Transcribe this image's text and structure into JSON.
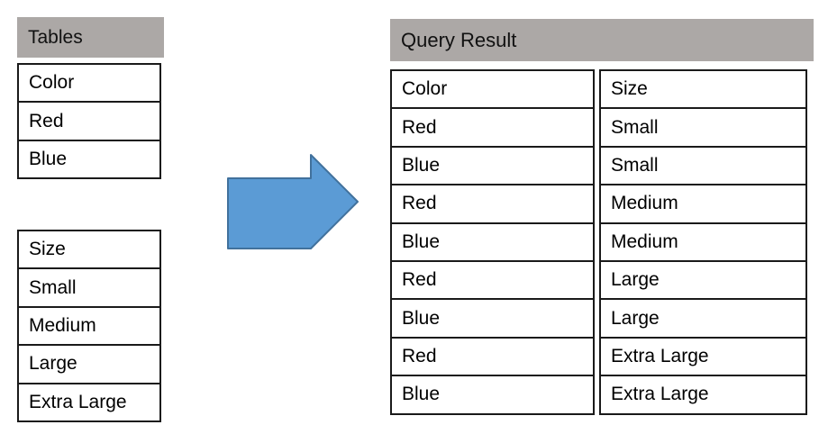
{
  "colors": {
    "label_gray_bg": "#aca8a6",
    "color_header_bg": "#d9e2f3",
    "size_header_bg": "#e3efda",
    "table_border": "#1a1a1a",
    "arrow_fill": "#5b9bd5",
    "arrow_stroke": "#41719c"
  },
  "left_panel": {
    "title": "Tables",
    "color_table": {
      "header": "Color",
      "rows": [
        "Red",
        "Blue"
      ]
    },
    "size_table": {
      "header": "Size",
      "rows": [
        "Small",
        "Medium",
        "Large",
        "Extra Large"
      ]
    }
  },
  "arrow": {
    "name": "right-arrow",
    "meaning": "produces"
  },
  "result_panel": {
    "title": "Query Result",
    "columns": [
      "Color",
      "Size"
    ],
    "rows": [
      [
        "Red",
        "Small"
      ],
      [
        "Blue",
        "Small"
      ],
      [
        "Red",
        "Medium"
      ],
      [
        "Blue",
        "Medium"
      ],
      [
        "Red",
        "Large"
      ],
      [
        "Blue",
        "Large"
      ],
      [
        "Red",
        "Extra Large"
      ],
      [
        "Blue",
        "Extra Large"
      ]
    ]
  }
}
